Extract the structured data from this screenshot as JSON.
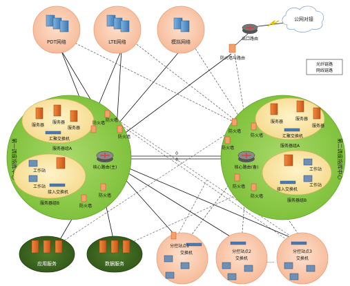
{
  "top_networks": [
    {
      "label": "PDT网络"
    },
    {
      "label": "LTE网络"
    },
    {
      "label": "模拟网络"
    }
  ],
  "public_network": {
    "label": "公网对接"
  },
  "legend": {
    "line1": "光纤链路",
    "line2": "网线链路"
  },
  "gateway_router": {
    "label": "出口路由"
  },
  "firewall_top": {
    "label": "防火墙与路由"
  },
  "center_left": {
    "vertical_label": "第一调度指挥中心",
    "core_router": "核心路由(主)",
    "server_group_a": "服务器组A",
    "server_group_b": "服务器组B",
    "switch_a": "汇聚交换机",
    "switch_b": "接入交换机",
    "firewalls": [
      "防火墙",
      "防火墙",
      "防火墙",
      "防火墙",
      "防火墙"
    ]
  },
  "center_right": {
    "vertical_label": "第二调度指挥中心",
    "core_router": "核心路由(备)",
    "server_group_a": "服务器组A",
    "server_group_b": "服务器组B",
    "switch_a": "汇聚交换机",
    "switch_b": "接入交换机",
    "firewalls": [
      "防火墙",
      "防火墙",
      "防火墙",
      "防火墙",
      "防火墙"
    ]
  },
  "bottom_groups": [
    {
      "label": "应用服务"
    },
    {
      "label": "数据服务"
    }
  ],
  "sites": [
    {
      "label": "分控站点1",
      "switch": "交换机"
    },
    {
      "label": "分控站点2",
      "switch": "交换机"
    },
    {
      "label": "分控站点3",
      "switch": "交换机"
    }
  ],
  "sites_ellipsis": "......",
  "link_mark": "0"
}
